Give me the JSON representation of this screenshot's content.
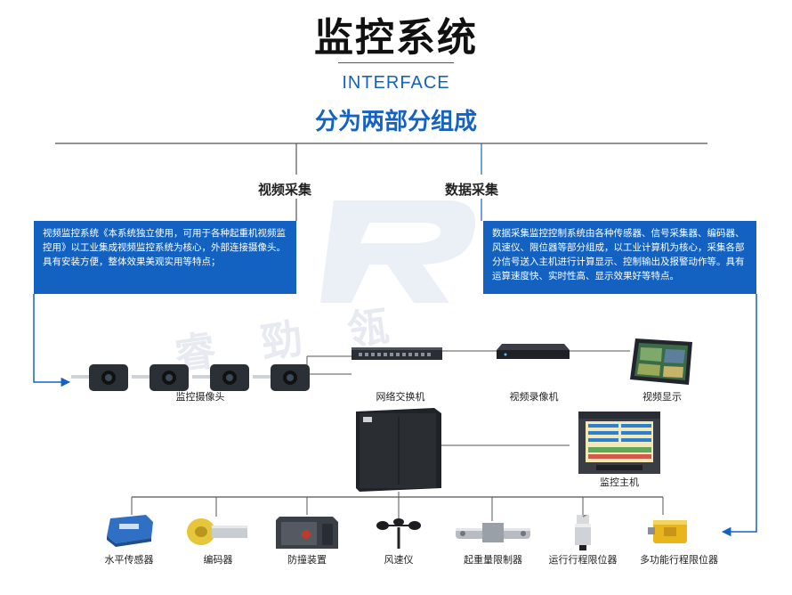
{
  "header": {
    "title": "监控系统",
    "subtitle_en": "INTERFACE",
    "subtitle_cn": "分为两部分组成"
  },
  "branches": {
    "video": {
      "label": "视频采集",
      "description": "视频监控系统《本系统独立使用，可用于各种起重机视频监控用》以工业集成视频监控系统为核心，外部连接摄像头。具有安装方便，整体效果美观实用等特点；"
    },
    "data": {
      "label": "数据采集",
      "description": "数据采集监控控制系统由各种传感器、信号采集器、编码器、风速仪、限位器等部分组成，以工业计算机为核心，采集各部分信号送入主机进行计算显示、控制输出及报警动作等。具有运算速度快、实时性高、显示效果好等特点。"
    }
  },
  "video_chain": [
    {
      "id": "camera",
      "label": "监控摄像头"
    },
    {
      "id": "switch",
      "label": "网络交换机"
    },
    {
      "id": "nvr",
      "label": "视频录像机"
    },
    {
      "id": "display",
      "label": "视频显示"
    }
  ],
  "host": {
    "label": "监控主机"
  },
  "sensors": [
    {
      "id": "level-sensor",
      "label": "水平传感器"
    },
    {
      "id": "encoder",
      "label": "编码器"
    },
    {
      "id": "anti-collision",
      "label": "防撞装置"
    },
    {
      "id": "anemometer",
      "label": "风速仪"
    },
    {
      "id": "load-limiter",
      "label": "起重量限制器"
    },
    {
      "id": "travel-limiter",
      "label": "运行行程限位器"
    },
    {
      "id": "multi-limiter",
      "label": "多功能行程限位器"
    }
  ],
  "watermark": {
    "text": "睿 勁 瓴"
  },
  "colors": {
    "accent": "#1462c4",
    "box": "#1362c1",
    "line": "#555555"
  }
}
